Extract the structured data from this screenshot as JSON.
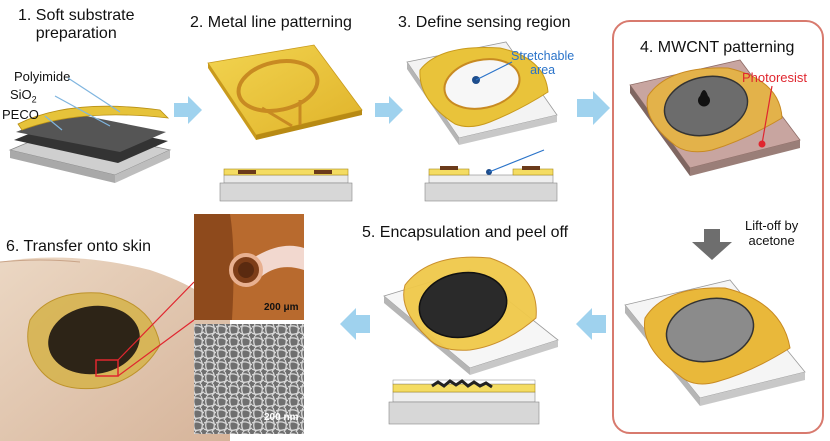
{
  "steps": {
    "s1": "1. Soft substrate",
    "s1b": "preparation",
    "s2": "2. Metal line patterning",
    "s3": "3. Define sensing region",
    "s4": "4. MWCNT patterning",
    "s5": "5. Encapsulation and peel off",
    "s6": "6. Transfer onto skin"
  },
  "labels": {
    "polyimide": "Polyimide",
    "sio2": "SiO",
    "sio2_sub": "2",
    "peco": "PECO",
    "stretchable": "Stretchable",
    "stretchable2": "area",
    "photoresist": "Photoresist",
    "liftoff1": "Lift-off by",
    "liftoff2": "acetone",
    "scale1": "200 μm",
    "scale2": "200 nm"
  },
  "colors": {
    "gold": "#e9c33a",
    "arrow": "#9fd2ee",
    "panel_border": "#d87a6e",
    "blue_callout": "#2a73c9",
    "red_callout": "#e0262f"
  }
}
